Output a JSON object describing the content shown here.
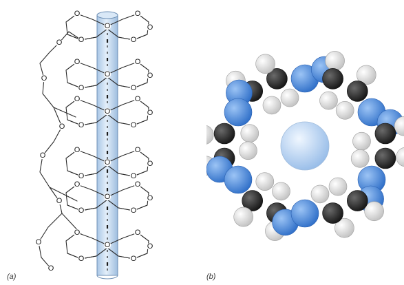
{
  "figure": {
    "panels": [
      {
        "label": "(a)"
      },
      {
        "label": "(b)"
      }
    ],
    "atom_label": "O",
    "colors": {
      "tube_fill": "#c9def4",
      "tube_stroke": "#6d8fb5",
      "carbon": "#2b2b2b",
      "oxygen": "#4d8be0",
      "hydrogen": "#e6e6e6",
      "cation": "#bcd8f7"
    }
  }
}
